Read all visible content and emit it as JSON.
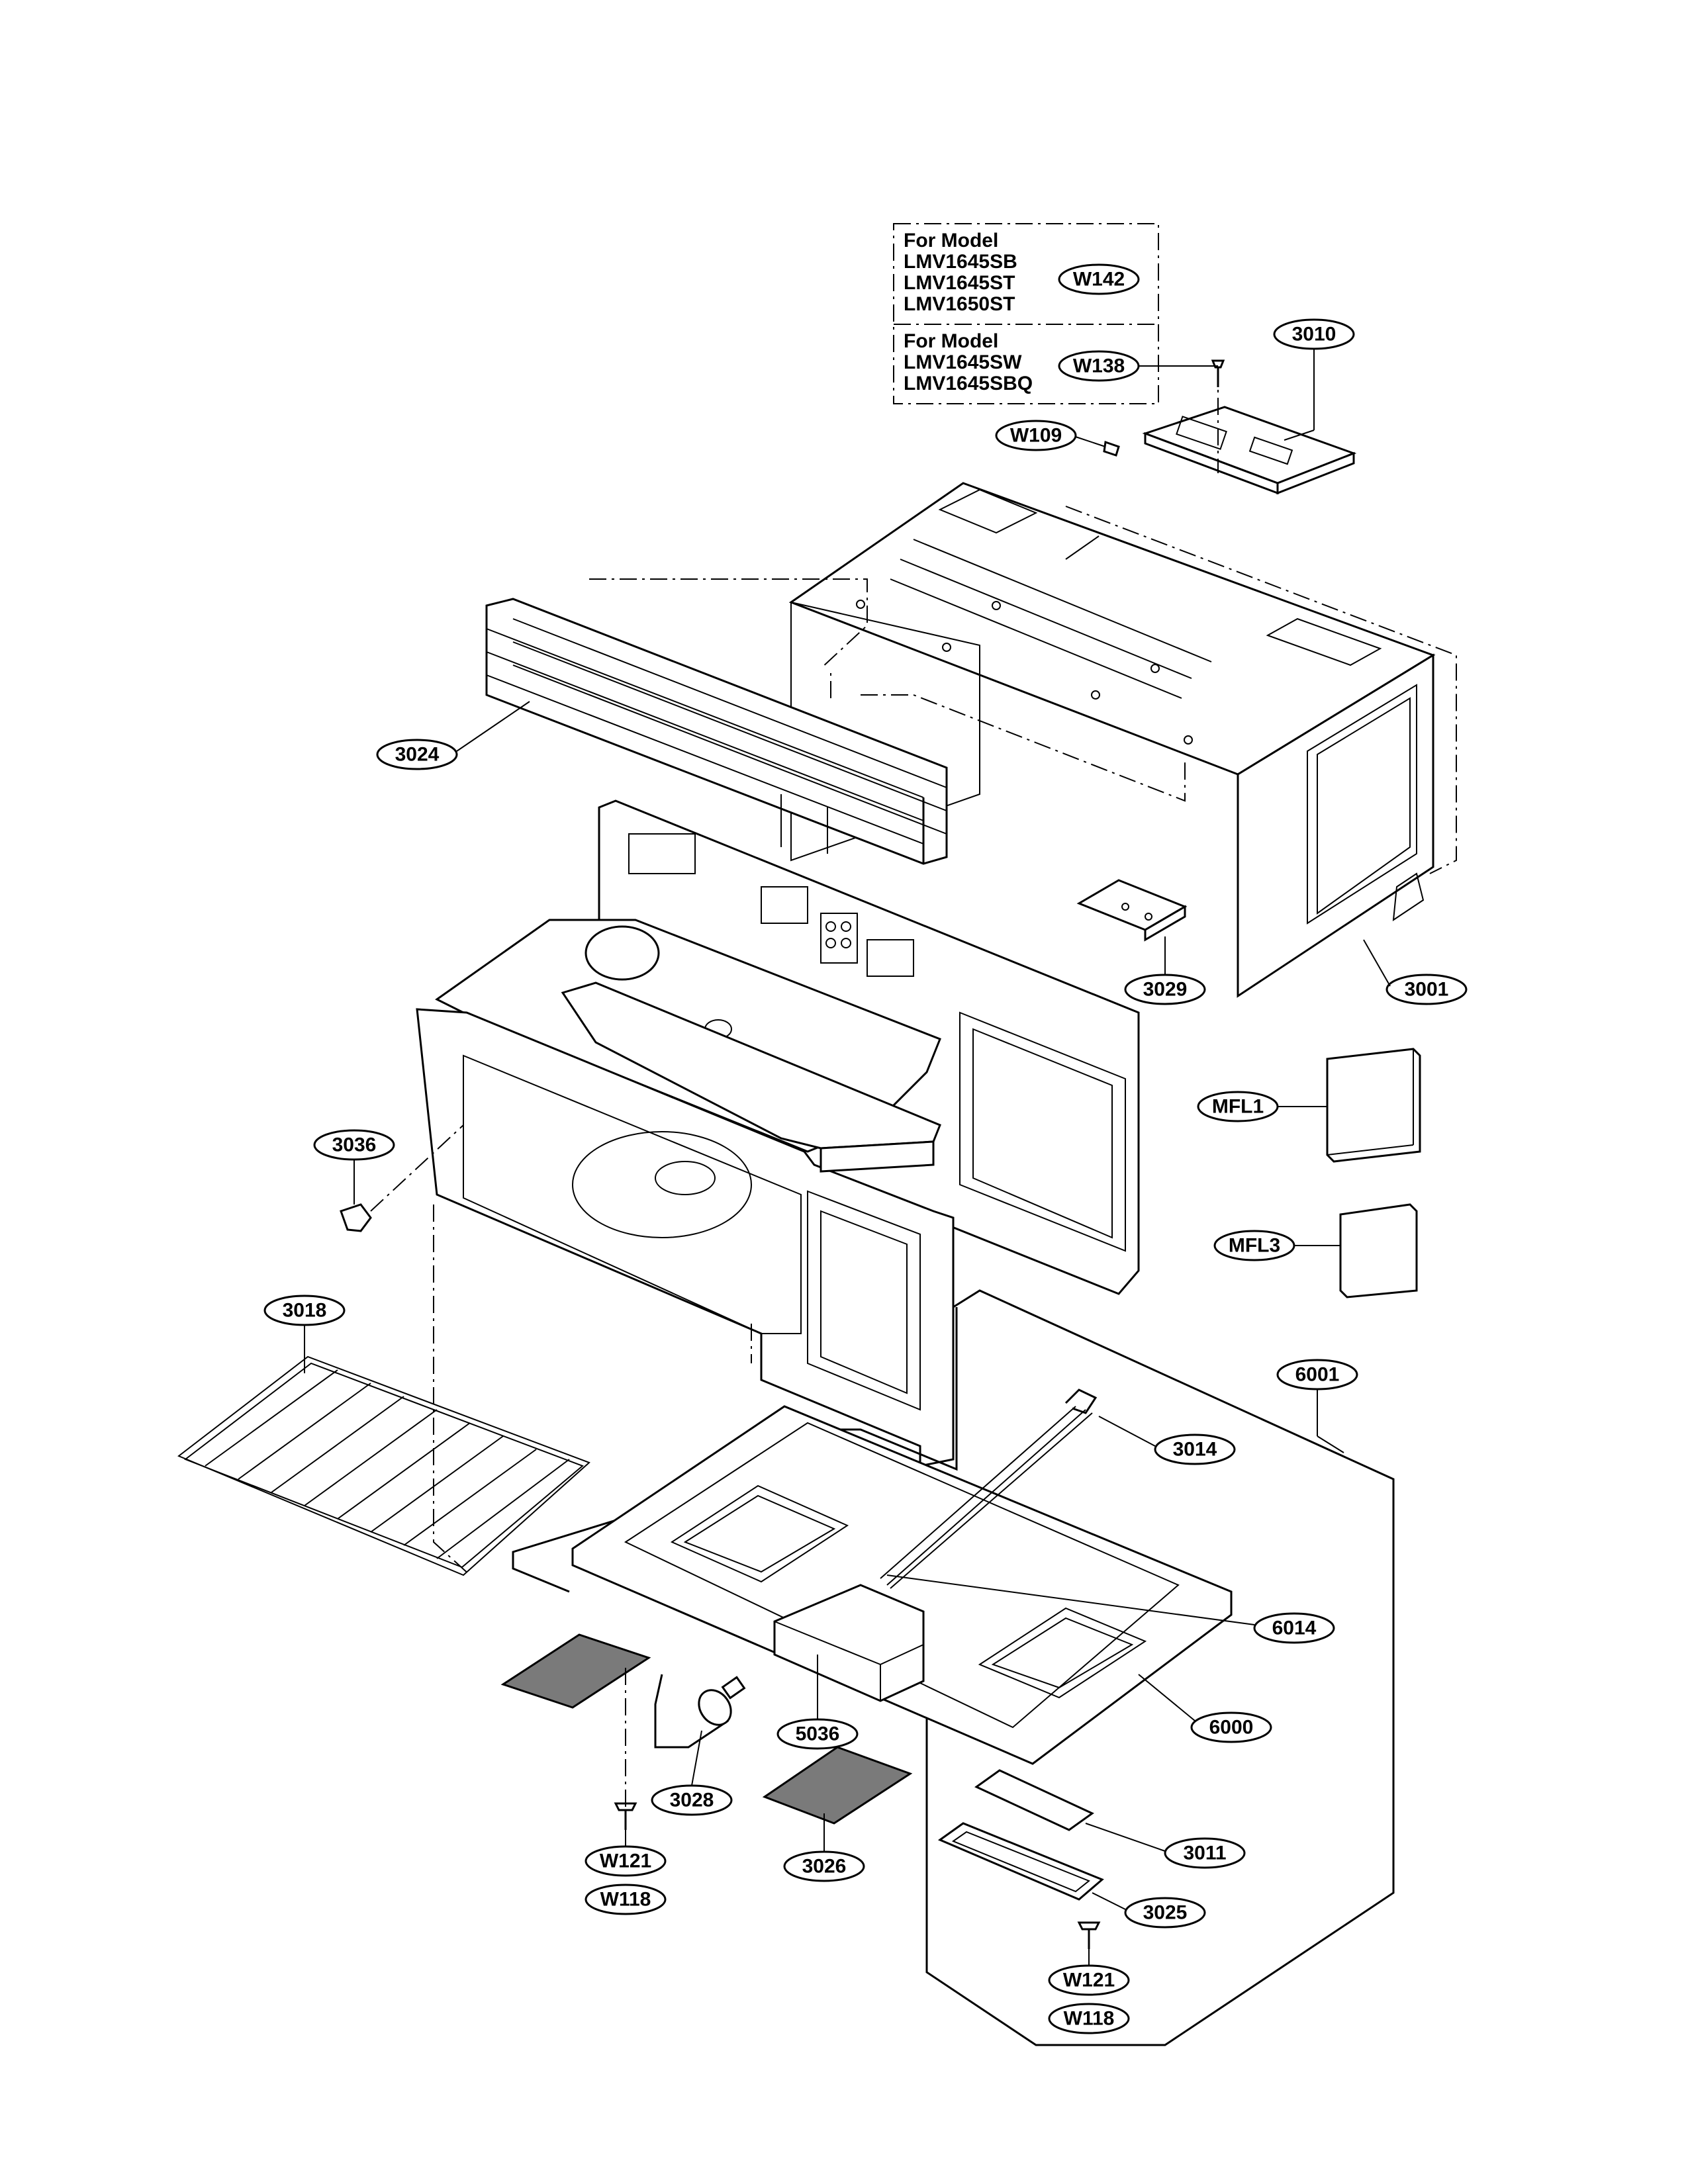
{
  "model_notes": [
    {
      "heading": "For Model",
      "models": [
        "LMV1645SB",
        "LMV1645ST",
        "LMV1650ST"
      ],
      "code": "W142"
    },
    {
      "heading": "For Model",
      "models": [
        "LMV1645SW",
        "LMV1645SBQ"
      ],
      "code": "W138"
    }
  ],
  "callouts": {
    "c3010": "3010",
    "w109": "W109",
    "c3024": "3024",
    "c3029": "3029",
    "c3001": "3001",
    "mfl1": "MFL1",
    "mfl3": "MFL3",
    "c3036": "3036",
    "c3018": "3018",
    "c6001": "6001",
    "c3014": "3014",
    "c6014": "6014",
    "c5036": "5036",
    "c6000": "6000",
    "c3028": "3028",
    "c3026": "3026",
    "c3011": "3011",
    "c3025": "3025",
    "w121_left": "W121",
    "w118_left": "W118",
    "w121_right": "W121",
    "w118_right": "W118"
  }
}
